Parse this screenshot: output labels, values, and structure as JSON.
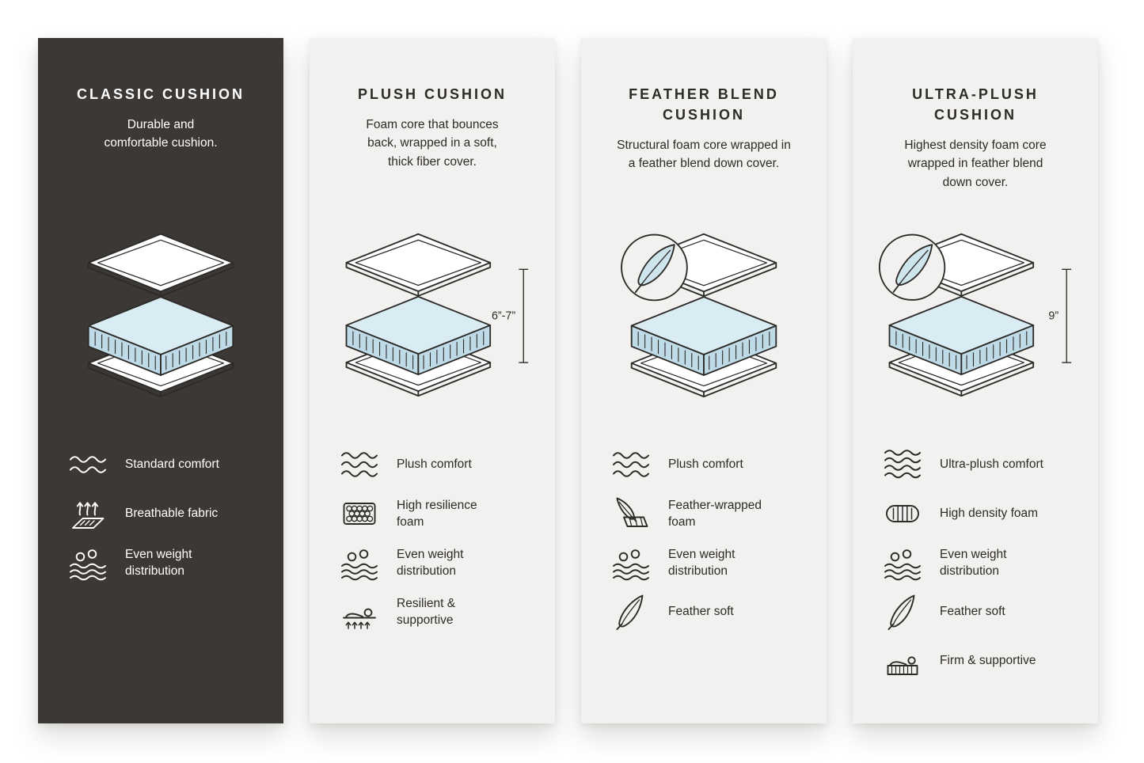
{
  "page": {
    "type": "cushion-comparison-infographic",
    "background": "#ffffff"
  },
  "colors": {
    "dark_panel_bg": "#3b3835",
    "light_panel_bg": "#f2f1ef",
    "foam_top": "#d9ebf3",
    "foam_side": "#bfdbe7",
    "feather_fill": "#cfe5ee",
    "outline": "#2d2b28",
    "text_dark": "#2d2b28",
    "text_light": "#ffffff"
  },
  "panels": [
    {
      "id": "classic-cushion",
      "theme": "dark",
      "title": "CLASSIC CUSHION",
      "description": "Durable and\ncomfortable cushion.",
      "illustration": "layered-cushion",
      "features": [
        {
          "icon": "waves-icon",
          "label": "Standard comfort"
        },
        {
          "icon": "breathable-fabric-icon",
          "label": "Breathable fabric"
        },
        {
          "icon": "even-weight-distribution-icon",
          "label": "Even weight\ndistribution"
        }
      ]
    },
    {
      "id": "plush-cushion",
      "theme": "light",
      "title": "PLUSH CUSHION",
      "description": "Foam core that bounces\nback, wrapped in a soft,\nthick fiber cover.",
      "illustration": "layered-cushion-with-height-marker",
      "dimension_label": "6”-7”",
      "features": [
        {
          "icon": "waves-icon",
          "label": "Plush comfort"
        },
        {
          "icon": "high-resilience-foam-icon",
          "label": "High resilience\nfoam"
        },
        {
          "icon": "even-weight-distribution-icon",
          "label": "Even weight\ndistribution"
        },
        {
          "icon": "resilient-supportive-icon",
          "label": "Resilient &\nsupportive"
        }
      ]
    },
    {
      "id": "feather-blend-cushion",
      "theme": "light",
      "title": "FEATHER BLEND\nCUSHION",
      "description": "Structural foam core wrapped in\na feather blend down cover.",
      "illustration": "layered-cushion-with-feather-badge",
      "features": [
        {
          "icon": "waves-icon",
          "label": "Plush comfort"
        },
        {
          "icon": "feather-wrapped-foam-icon",
          "label": "Feather-wrapped\nfoam"
        },
        {
          "icon": "even-weight-distribution-icon",
          "label": "Even weight\ndistribution"
        },
        {
          "icon": "feather-icon",
          "label": "Feather soft"
        }
      ]
    },
    {
      "id": "ultra-plush-cushion",
      "theme": "light",
      "title": "ULTRA-PLUSH\nCUSHION",
      "description": "Highest density foam core\nwrapped in feather blend\ndown cover.",
      "illustration": "layered-cushion-with-feather-badge-and-height-marker",
      "dimension_label": "9”",
      "features": [
        {
          "icon": "waves-icon",
          "label": "Ultra-plush comfort"
        },
        {
          "icon": "high-density-foam-icon",
          "label": "High density foam"
        },
        {
          "icon": "even-weight-distribution-icon",
          "label": "Even weight\ndistribution"
        },
        {
          "icon": "feather-icon",
          "label": "Feather soft"
        },
        {
          "icon": "firm-supportive-icon",
          "label": "Firm & supportive"
        }
      ]
    }
  ]
}
